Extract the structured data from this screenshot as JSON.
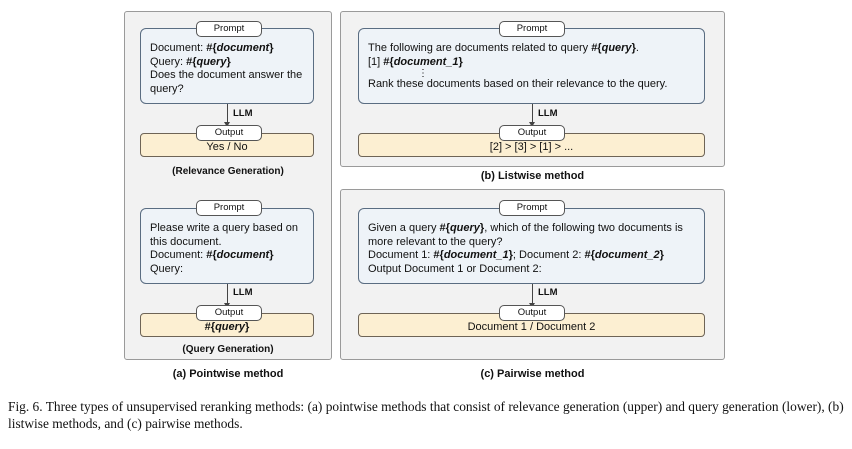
{
  "labels": {
    "prompt": "Prompt",
    "output": "Output",
    "llm": "LLM"
  },
  "pointwise": {
    "relevance": {
      "prompt_lines": [
        [
          {
            "t": "Document: ",
            "s": ""
          },
          {
            "t": "#{",
            "s": "b"
          },
          {
            "t": "document",
            "s": "bi"
          },
          {
            "t": "}",
            "s": "b"
          }
        ],
        [
          {
            "t": "Query: ",
            "s": ""
          },
          {
            "t": "#{",
            "s": "b"
          },
          {
            "t": "query",
            "s": "bi"
          },
          {
            "t": "}",
            "s": "b"
          }
        ],
        [
          {
            "t": "Does the document answer the",
            "s": ""
          }
        ],
        [
          {
            "t": "query?",
            "s": ""
          }
        ]
      ],
      "output": "Yes / No",
      "label": "(Relevance Generation)"
    },
    "query": {
      "prompt_lines": [
        [
          {
            "t": "Please write a query based on",
            "s": ""
          }
        ],
        [
          {
            "t": "this document.",
            "s": ""
          }
        ],
        [
          {
            "t": "Document: ",
            "s": ""
          },
          {
            "t": "#{",
            "s": "b"
          },
          {
            "t": "document",
            "s": "bi"
          },
          {
            "t": "}",
            "s": "b"
          }
        ],
        [
          {
            "t": "Query:",
            "s": ""
          }
        ]
      ],
      "output_prefix": "#{",
      "output_var": "query",
      "output_suffix": "}",
      "label": "(Query Generation)"
    },
    "title": "(a) Pointwise method"
  },
  "listwise": {
    "prompt_lines": [
      [
        {
          "t": "The following are documents related to query ",
          "s": ""
        },
        {
          "t": "#{",
          "s": "b"
        },
        {
          "t": "query",
          "s": "bi"
        },
        {
          "t": "}",
          "s": "b"
        },
        {
          "t": ".",
          "s": ""
        }
      ],
      [
        {
          "t": "[1] ",
          "s": ""
        },
        {
          "t": "#{",
          "s": "b"
        },
        {
          "t": "document_1",
          "s": "bi"
        },
        {
          "t": "}",
          "s": "b"
        }
      ],
      [
        {
          "t": "⋮",
          "s": "vdots"
        }
      ],
      [
        {
          "t": "Rank these documents based on their relevance to the query.",
          "s": ""
        }
      ]
    ],
    "output": "[2] > [3] > [1] > ...",
    "title": "(b) Listwise method"
  },
  "pairwise": {
    "prompt_lines": [
      [
        {
          "t": "Given a query ",
          "s": ""
        },
        {
          "t": "#{",
          "s": "b"
        },
        {
          "t": "query",
          "s": "bi"
        },
        {
          "t": "}",
          "s": "b"
        },
        {
          "t": ", which of the following two documents is",
          "s": ""
        }
      ],
      [
        {
          "t": "more relevant to the query?",
          "s": ""
        }
      ],
      [
        {
          "t": "Document 1: ",
          "s": ""
        },
        {
          "t": "#{",
          "s": "b"
        },
        {
          "t": "document_1",
          "s": "bi"
        },
        {
          "t": "}",
          "s": "b"
        },
        {
          "t": ";    Document 2: ",
          "s": ""
        },
        {
          "t": "#{",
          "s": "b"
        },
        {
          "t": "document_2",
          "s": "bi"
        },
        {
          "t": "}",
          "s": "b"
        }
      ],
      [
        {
          "t": "Output Document 1 or Document 2:",
          "s": ""
        }
      ]
    ],
    "output": "Document 1 / Document 2",
    "title": "(c) Pairwise method"
  },
  "caption": "Fig. 6. Three types of unsupervised reranking methods: (a) pointwise methods that consist of relevance generation (upper) and query generation (lower), (b) listwise methods, and (c) pairwise methods.",
  "colors": {
    "prompt_bg": "#eef3f8",
    "output_bg": "#fcefd2",
    "panel_bg": "#f2f2f2"
  }
}
